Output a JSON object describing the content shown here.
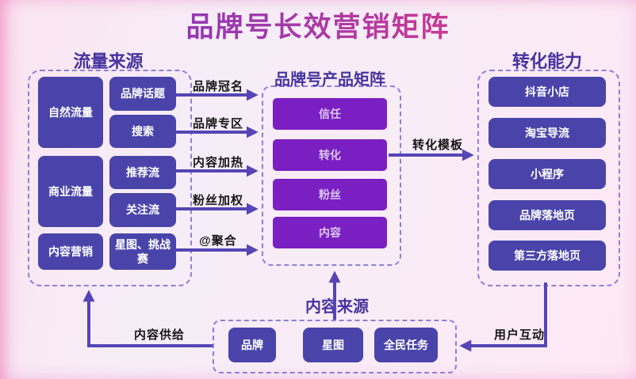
{
  "title": "品牌号长效营销矩阵",
  "sections": {
    "traffic": {
      "title": "流量来源",
      "left_boxes": [
        "自然流量",
        "商业流量",
        "内容营销"
      ],
      "right_boxes": [
        "品牌话题",
        "搜索",
        "推荐流",
        "关注流",
        "星图、挑战赛"
      ]
    },
    "product": {
      "title": "品牌号产品矩阵",
      "boxes": [
        "信任",
        "转化",
        "粉丝",
        "内容"
      ]
    },
    "conversion": {
      "title": "转化能力",
      "boxes": [
        "抖音小店",
        "淘宝导流",
        "小程序",
        "品牌落地页",
        "第三方落地页"
      ]
    },
    "content": {
      "title": "内容来源",
      "boxes": [
        "品牌",
        "星图",
        "全民任务"
      ]
    }
  },
  "arrow_labels": {
    "to_product": [
      "品牌冠名",
      "品牌专区",
      "内容加热",
      "粉丝加权",
      "@聚合"
    ],
    "to_conversion": "转化模板",
    "content_supply": "内容供给",
    "user_interaction": "用户互动"
  },
  "colors": {
    "title_gradient_start": "#7d35c5",
    "title_gradient_end": "#ec377f",
    "indigo_box": "#4a44aa",
    "purple_box": "#7a1fc2",
    "header_text": "#46339f",
    "arrow": "#5545b5",
    "dashed_border": "#8f7ed9"
  }
}
